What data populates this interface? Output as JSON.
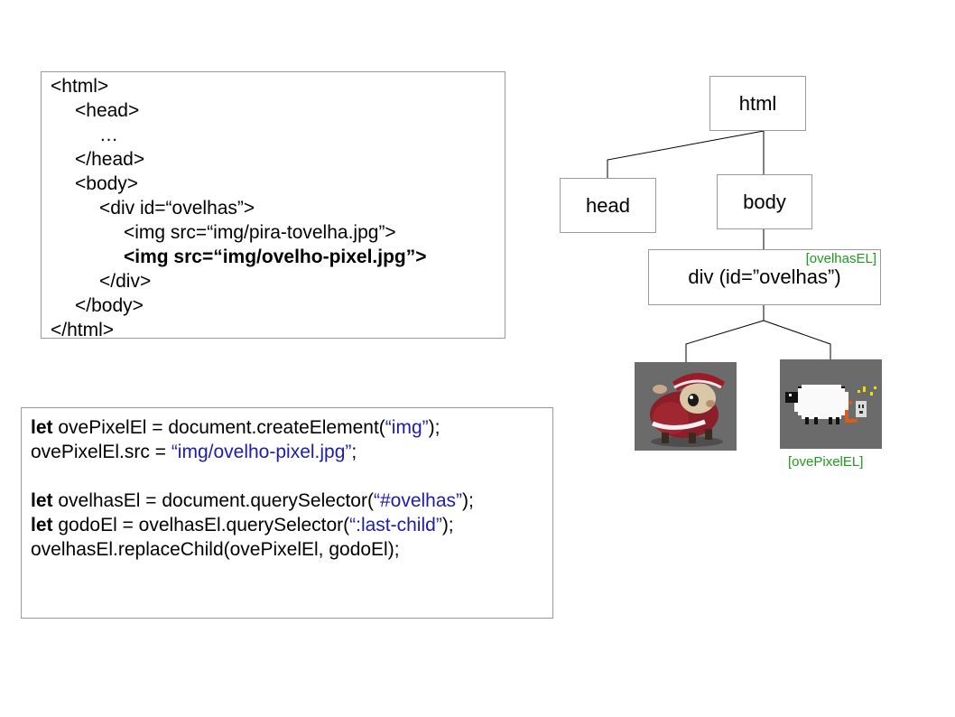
{
  "html_code": {
    "lines": [
      "<html>",
      "<head>",
      "…",
      "</head>",
      "<body>",
      "<div id=“ovelhas”>",
      "<img src=“img/pira-tovelha.jpg”>",
      "<img src=“img/ovelho-pixel.jpg”>",
      "</div>",
      "</body>",
      "</html>"
    ]
  },
  "js_code": {
    "line1": {
      "kw": "let",
      "a": " ovePixelEl = document.createElement(",
      "s": "“img”",
      "b": ");"
    },
    "line2": {
      "a": "ovePixelEl.src = ",
      "s": "“img/ovelho-pixel.jpg”",
      "b": ";"
    },
    "line3": {
      "kw": "let",
      "a": " ovelhasEl = document.querySelector(",
      "s": "“#ovelhas”",
      "b": ");"
    },
    "line4": {
      "kw": "let",
      "a": " godoEl = ovelhasEl.querySelector(",
      "s": "“:last-child”",
      "b": ");"
    },
    "line5": {
      "a": "ovelhasEl.replaceChild(ovePixelEl, godoEl);"
    }
  },
  "tree": {
    "html": "html",
    "head": "head",
    "body": "body",
    "div": "div (id=”ovelhas”)",
    "div_tag": "[ovelhasEL]",
    "img2_tag": "[ovePixelEL]"
  },
  "colors": {
    "string": "#1c1cae",
    "var_tag": "#1f9a1f"
  }
}
